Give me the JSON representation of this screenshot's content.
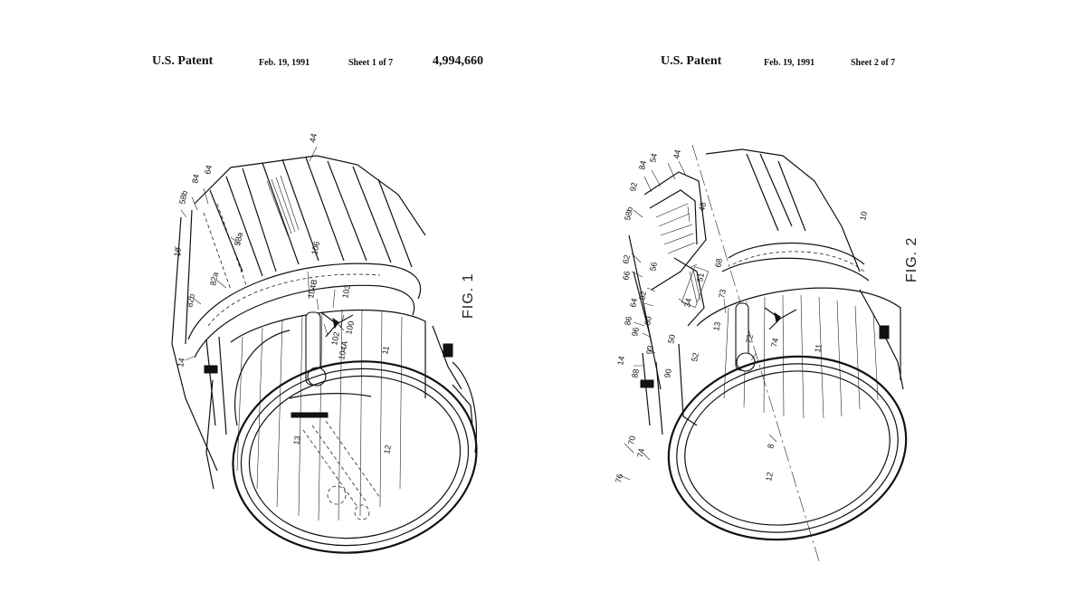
{
  "sheet1": {
    "patent_label": "U.S. Patent",
    "date": "Feb. 19, 1991",
    "sheet": "Sheet 1 of 7",
    "patent_number": "4,994,660",
    "figure_label": "FIG. 1",
    "refs": [
      "44",
      "84",
      "64",
      "58b",
      "10",
      "58a",
      "82a",
      "82b",
      "14",
      "106",
      "104B",
      "103",
      "102",
      "100",
      "104A",
      "11",
      "13",
      "12"
    ]
  },
  "sheet2": {
    "patent_label": "U.S. Patent",
    "date": "Feb. 19, 1991",
    "sheet": "Sheet 2 of 7",
    "figure_label": "FIG. 2",
    "refs": [
      "84",
      "54",
      "44",
      "92",
      "58b",
      "48",
      "10",
      "62",
      "66",
      "56",
      "68",
      "73",
      "82",
      "64",
      "86",
      "96",
      "60",
      "34",
      "13",
      "51",
      "14",
      "93",
      "50",
      "52",
      "88",
      "90",
      "72",
      "74",
      "11",
      "8",
      "70",
      "74",
      "76",
      "12"
    ]
  }
}
